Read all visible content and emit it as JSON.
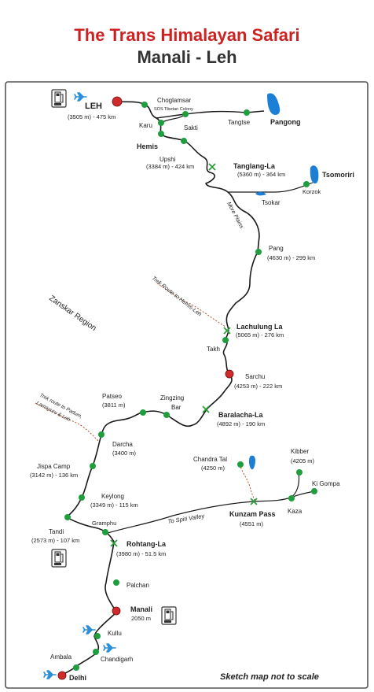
{
  "header": {
    "title": "The Trans Himalayan Safari",
    "subtitle": "Manali - Leh"
  },
  "footer": {
    "note": "Sketch map not to scale"
  },
  "places": {
    "leh": {
      "name": "LEH",
      "detail": "(3505 m) - 475 km"
    },
    "choglamsar": {
      "name": "Choglamsar",
      "detail": "SOS Tibetan Colony"
    },
    "karu": {
      "name": "Karu"
    },
    "sakti": {
      "name": "Sakti"
    },
    "tangtse": {
      "name": "Tangtse"
    },
    "pangong": {
      "name": "Pangong"
    },
    "hemis": {
      "name": "Hemis"
    },
    "upshi": {
      "name": "Upshi",
      "detail": "(3384 m) - 424 km"
    },
    "tanglang": {
      "name": "Tanglang-La",
      "detail": "(5360 m) - 364 km"
    },
    "tsomoriri": {
      "name": "Tsomoriri"
    },
    "korzok": {
      "name": "Korzok"
    },
    "tsokar": {
      "name": "Tsokar"
    },
    "more_plains": {
      "name": "More Plains"
    },
    "pang": {
      "name": "Pang",
      "detail": "(4630 m) - 299 km"
    },
    "trek_hemis": {
      "name": "Trek Route to Hemis-Leh"
    },
    "zanskar": {
      "name": "Zanskar Region"
    },
    "lachulung": {
      "name": "Lachulung La",
      "detail": "(5065 m) - 276 km"
    },
    "takh": {
      "name": "Takh"
    },
    "sarchu": {
      "name": "Sarchu",
      "detail": "(4253 m) - 222 km"
    },
    "patseo": {
      "name": "Patseo",
      "detail": "(3811 m)"
    },
    "zingzing": {
      "name": "Zingzing",
      "detail": "Bar"
    },
    "baralacha": {
      "name": "Baralacha-La",
      "detail": "(4892 m) - 190 km"
    },
    "trek_padum": {
      "line1": "Trek route to Padum,",
      "line2": "Lamayuru & Leh"
    },
    "darcha": {
      "name": "Darcha",
      "detail": "(3400 m)"
    },
    "chandratal": {
      "name": "Chandra Tal",
      "detail": "(4250 m)"
    },
    "kibber": {
      "name": "Kibber",
      "detail": "(4205 m)"
    },
    "kigompa": {
      "name": "Ki Gompa"
    },
    "jispa": {
      "name": "Jispa Camp",
      "detail": "(3142 m) - 136 km"
    },
    "keylong": {
      "name": "Keylong",
      "detail": "(3349 m) - 115 km"
    },
    "kunzam": {
      "name": "Kunzam Pass",
      "detail": "(4551 m)"
    },
    "kaza": {
      "name": "Kaza"
    },
    "spiti": {
      "name": "To Spiti Valley"
    },
    "gramphu": {
      "name": "Gramphu"
    },
    "tandi": {
      "name": "Tandi",
      "detail": "(2573 m) - 107 km"
    },
    "rohtang": {
      "name": "Rohtang-La",
      "detail": "(3980 m) - 51.5 km"
    },
    "palchan": {
      "name": "Palchan"
    },
    "manali": {
      "name": "Manali",
      "detail": "2050 m"
    },
    "kullu": {
      "name": "Kullu"
    },
    "ambala": {
      "name": "Ambala"
    },
    "chandigarh": {
      "name": "Chandigarh"
    },
    "delhi": {
      "name": "Delhi"
    }
  },
  "colors": {
    "stop": "#1e9e3c",
    "city": "#d22a2a",
    "lake": "#1c7fd6",
    "pass": "#2e9e3c",
    "trek": "#b8502a",
    "frame": "#555555"
  },
  "icons": [
    "fuel-pump-icon",
    "airplane-icon",
    "pass-cross-icon"
  ]
}
